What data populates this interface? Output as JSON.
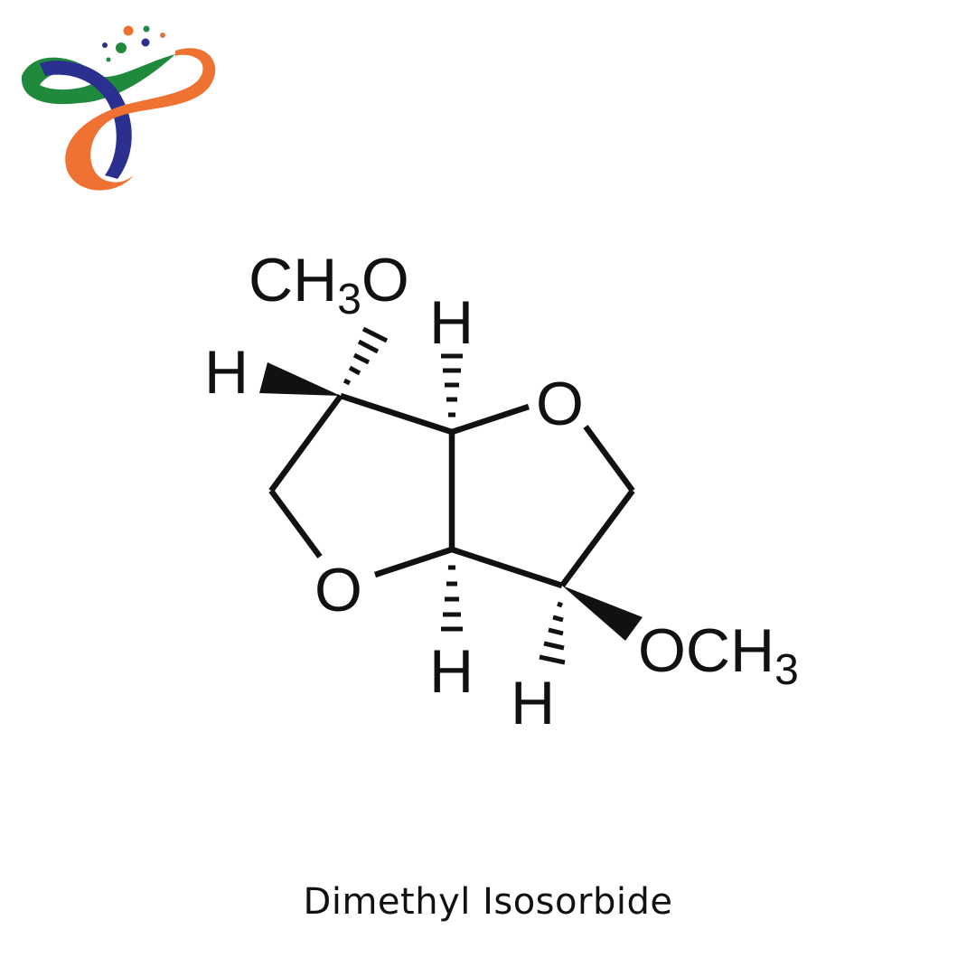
{
  "logo": {
    "name": "brand-logo",
    "colors": {
      "green": "#1f8a3c",
      "navy": "#2b2f8f",
      "orange": "#f07232"
    }
  },
  "structure": {
    "compound": "Dimethyl Isosorbide",
    "labels": {
      "top_substituent": "CH3O",
      "top_substituent_main": "CH",
      "top_substituent_sub": "3",
      "top_substituent_tail": "O",
      "bottom_substituent_main": "OCH",
      "bottom_substituent_sub": "3",
      "ring_oxygen_top": "O",
      "ring_oxygen_bottom": "O",
      "h_left": "H",
      "h_top": "H",
      "h_bottom_center": "H",
      "h_bottom_right": "H"
    },
    "bond_color": "#111111"
  },
  "caption": "Dimethyl Isosorbide"
}
